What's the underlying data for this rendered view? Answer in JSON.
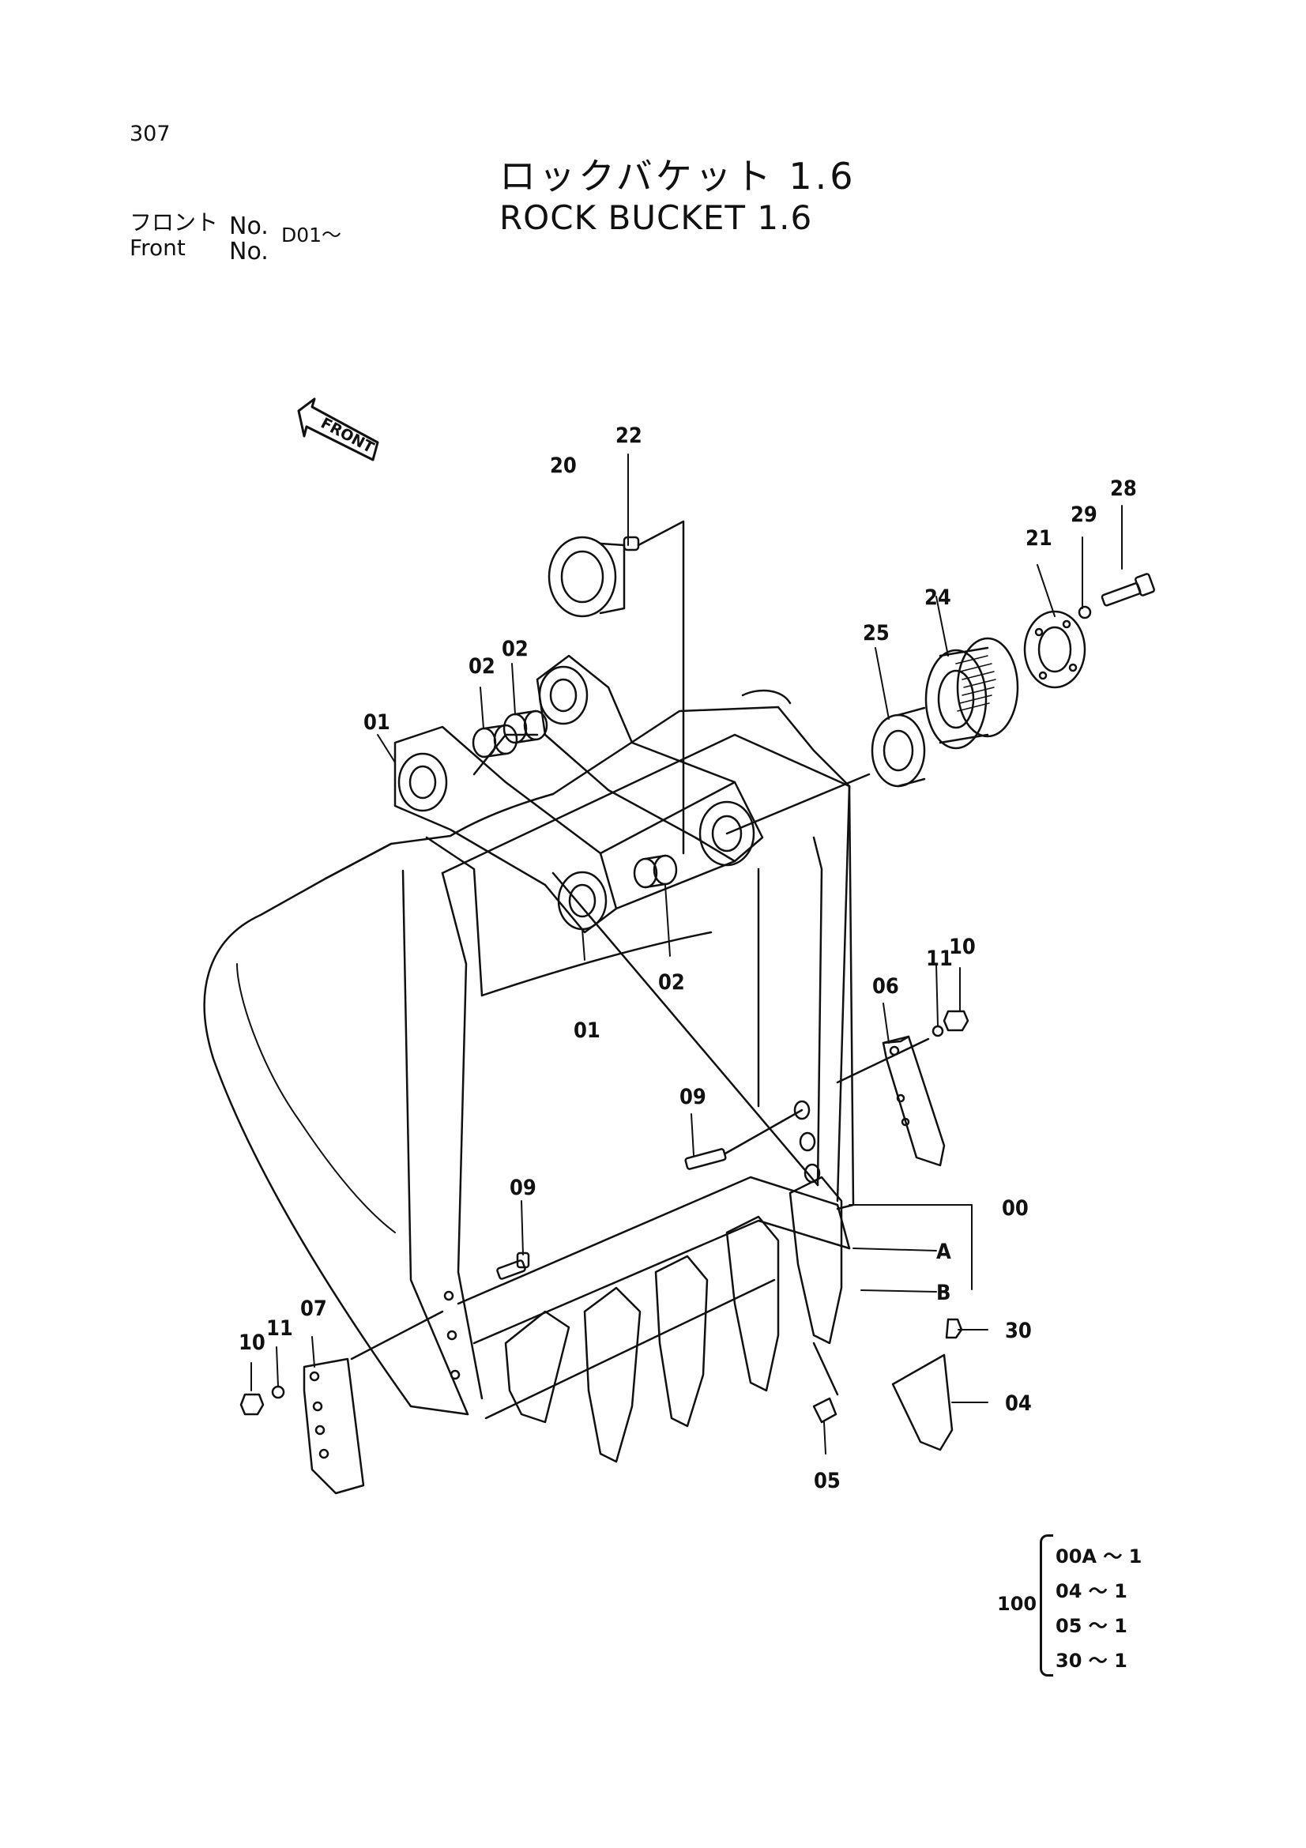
{
  "header": {
    "page_number": "307",
    "title_jp": "ロックバケット 1.6",
    "title_en": "ROCK BUCKET 1.6",
    "front_label_jp": "フロント",
    "front_label_en": "Front",
    "no_label": "No.",
    "serial_range": "D01～"
  },
  "diagram": {
    "direction_label": "FRONT",
    "callouts": [
      "20",
      "22",
      "28",
      "29",
      "21",
      "24",
      "25",
      "02",
      "02",
      "01",
      "01",
      "02",
      "10",
      "11",
      "06",
      "09",
      "09",
      "00",
      "A",
      "B",
      "30",
      "04",
      "05",
      "07",
      "10",
      "11"
    ]
  },
  "kit": {
    "label": "100",
    "items": [
      "00A ～ 1",
      "04 ～ 1",
      "05 ～ 1",
      "30 ～ 1"
    ]
  }
}
